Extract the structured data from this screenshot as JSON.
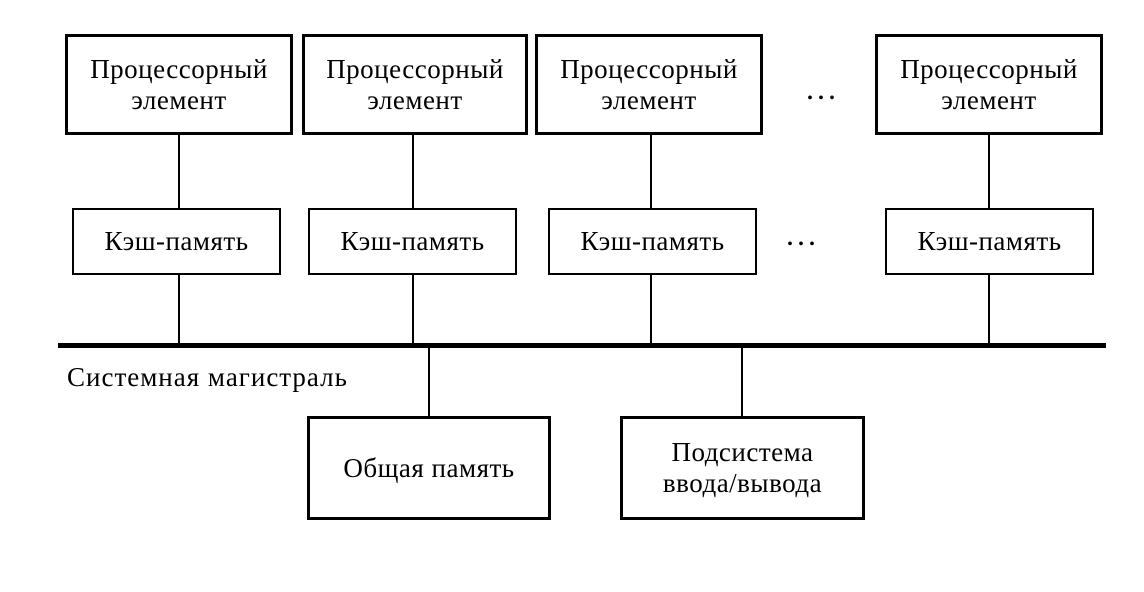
{
  "diagram": {
    "background_color": "#ffffff",
    "line_color": "#000000",
    "processor_row": {
      "ellipsis": "...",
      "boxes": [
        {
          "line1": "Процессорный",
          "line2": "элемент"
        },
        {
          "line1": "Процессорный",
          "line2": "элемент"
        },
        {
          "line1": "Процессорный",
          "line2": "элемент"
        },
        {
          "line1": "Процессорный",
          "line2": "элемент"
        }
      ]
    },
    "cache_row": {
      "ellipsis": "...",
      "boxes": [
        {
          "label": "Кэш-память"
        },
        {
          "label": "Кэш-память"
        },
        {
          "label": "Кэш-память"
        },
        {
          "label": "Кэш-память"
        }
      ]
    },
    "bus": {
      "label": "Системная магистраль"
    },
    "bottom_row": {
      "shared_memory": {
        "label": "Общая память"
      },
      "io_subsystem": {
        "line1": "Подсистема",
        "line2": "ввода/вывода"
      }
    }
  }
}
